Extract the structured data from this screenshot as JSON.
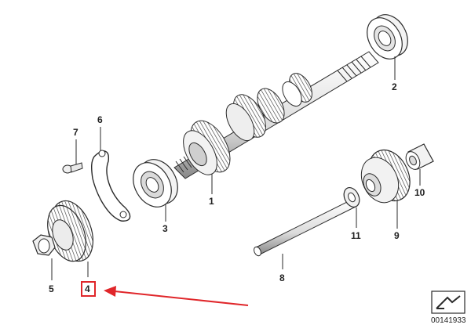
{
  "diagram": {
    "parts": [
      {
        "callout": "1"
      },
      {
        "callout": "2"
      },
      {
        "callout": "3"
      },
      {
        "callout": "4"
      },
      {
        "callout": "5"
      },
      {
        "callout": "6"
      },
      {
        "callout": "7"
      },
      {
        "callout": "8"
      },
      {
        "callout": "9"
      },
      {
        "callout": "10"
      },
      {
        "callout": "11"
      }
    ],
    "highlighted_callout": "4",
    "catalog_number": "00141933",
    "colors": {
      "line": "#2a2a2a",
      "shade": "#9a9a9a",
      "highlight": "#e0262a"
    }
  }
}
